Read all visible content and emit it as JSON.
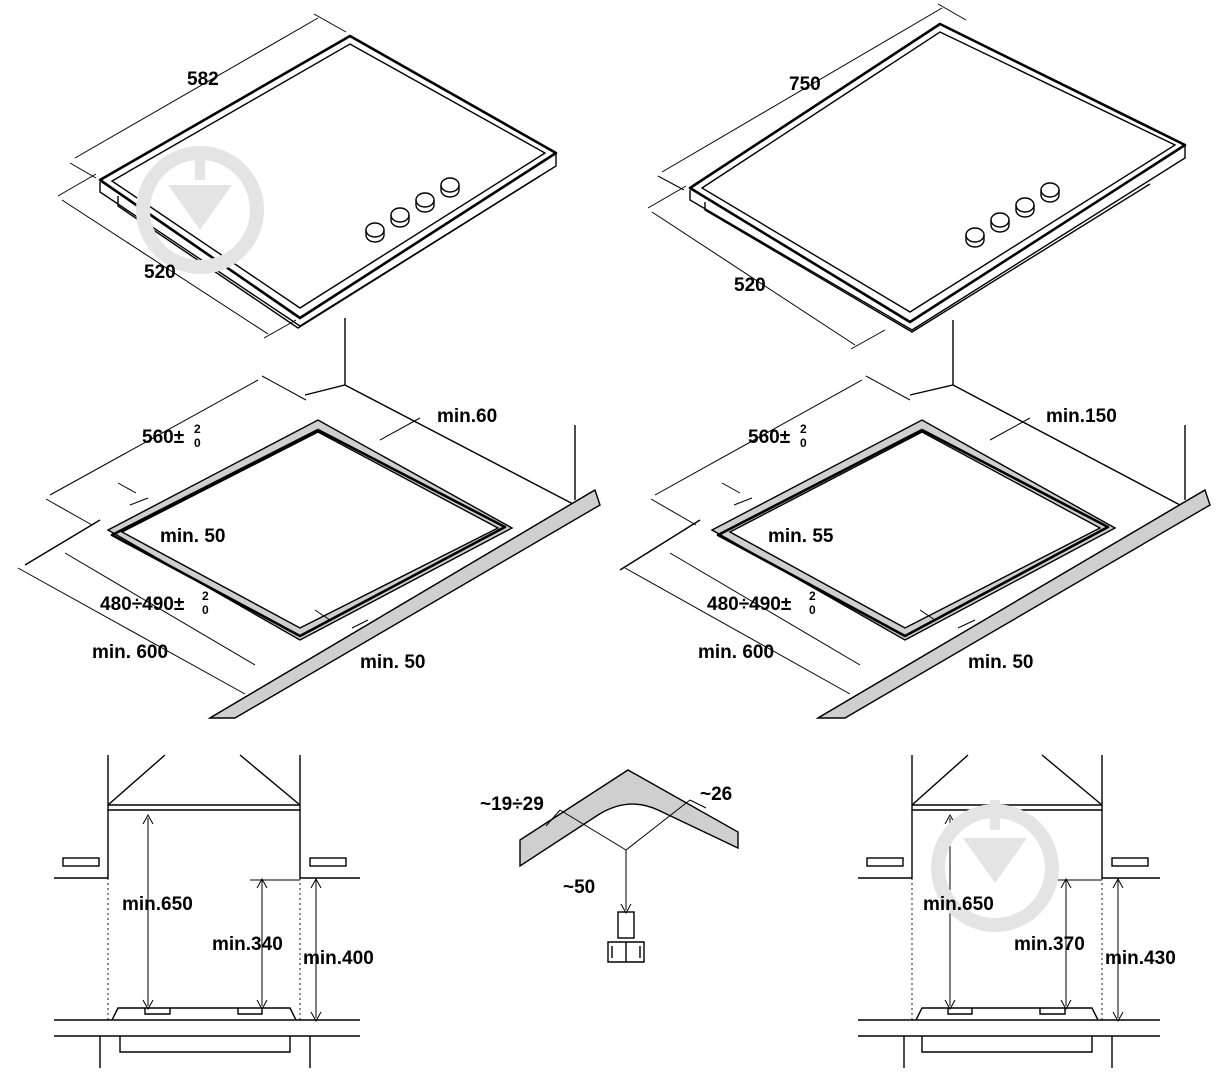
{
  "left": {
    "hob_width": "582",
    "hob_depth": "520",
    "cutout_width": "560±",
    "cutout_depth": "480÷490±",
    "tol_upper": "2",
    "tol_lower": "0",
    "rear_clearance": "min.60",
    "side_clearance": "min. 50",
    "front_clearance": "min. 50",
    "worktop_depth": "min. 600",
    "hood_height": "min.650",
    "cabinet_height_inner": "min.340",
    "cabinet_height_outer": "min.400"
  },
  "right": {
    "hob_width": "750",
    "hob_depth": "520",
    "cutout_width": "560±",
    "cutout_depth": "480÷490±",
    "tol_upper": "2",
    "tol_lower": "0",
    "rear_clearance": "min.150",
    "side_clearance": "min. 55",
    "front_clearance": "min. 50",
    "worktop_depth": "min. 600",
    "hood_height": "min.650",
    "cabinet_height_inner": "min.370",
    "cabinet_height_outer": "min.430"
  },
  "center": {
    "worktop_thickness": "~19÷29",
    "frame_width": "~26",
    "fixing_depth": "~50"
  },
  "watermark_icon": "shovel-icon"
}
